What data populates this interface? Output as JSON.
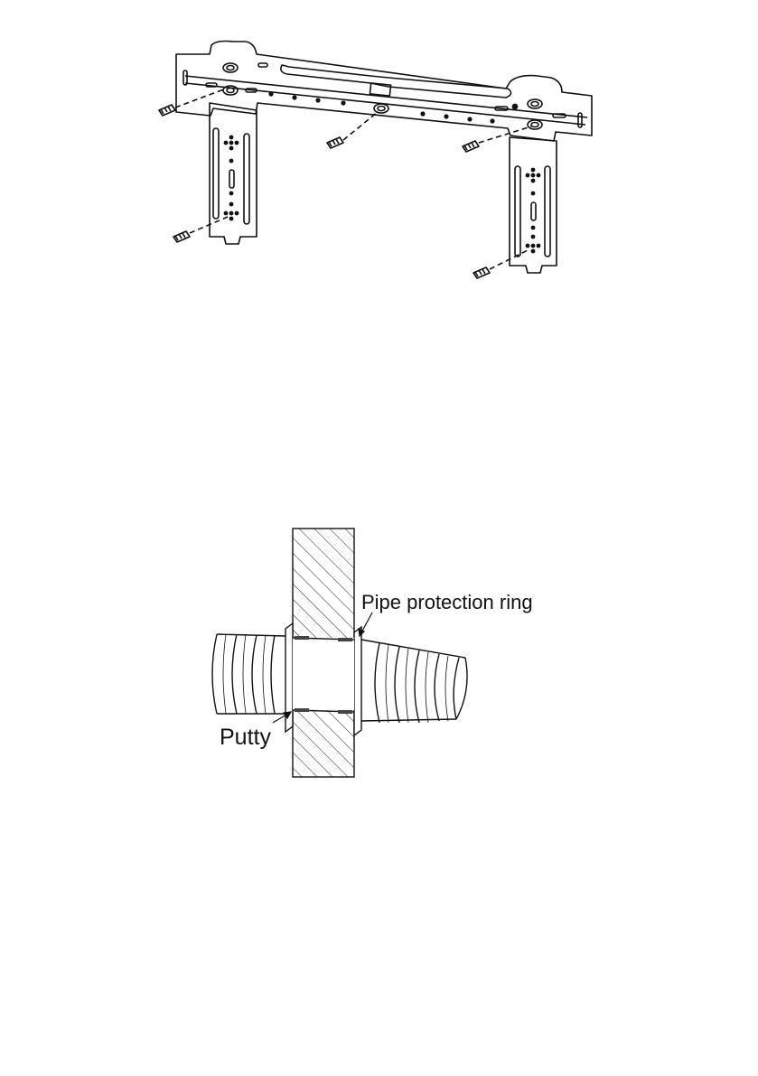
{
  "figure_bracket": {
    "description_icon": "mounting-plate-with-screws"
  },
  "figure_pipe": {
    "label_ring": "Pipe protection ring",
    "label_putty": "Putty"
  },
  "colors": {
    "line": "#111111",
    "background": "#ffffff"
  }
}
